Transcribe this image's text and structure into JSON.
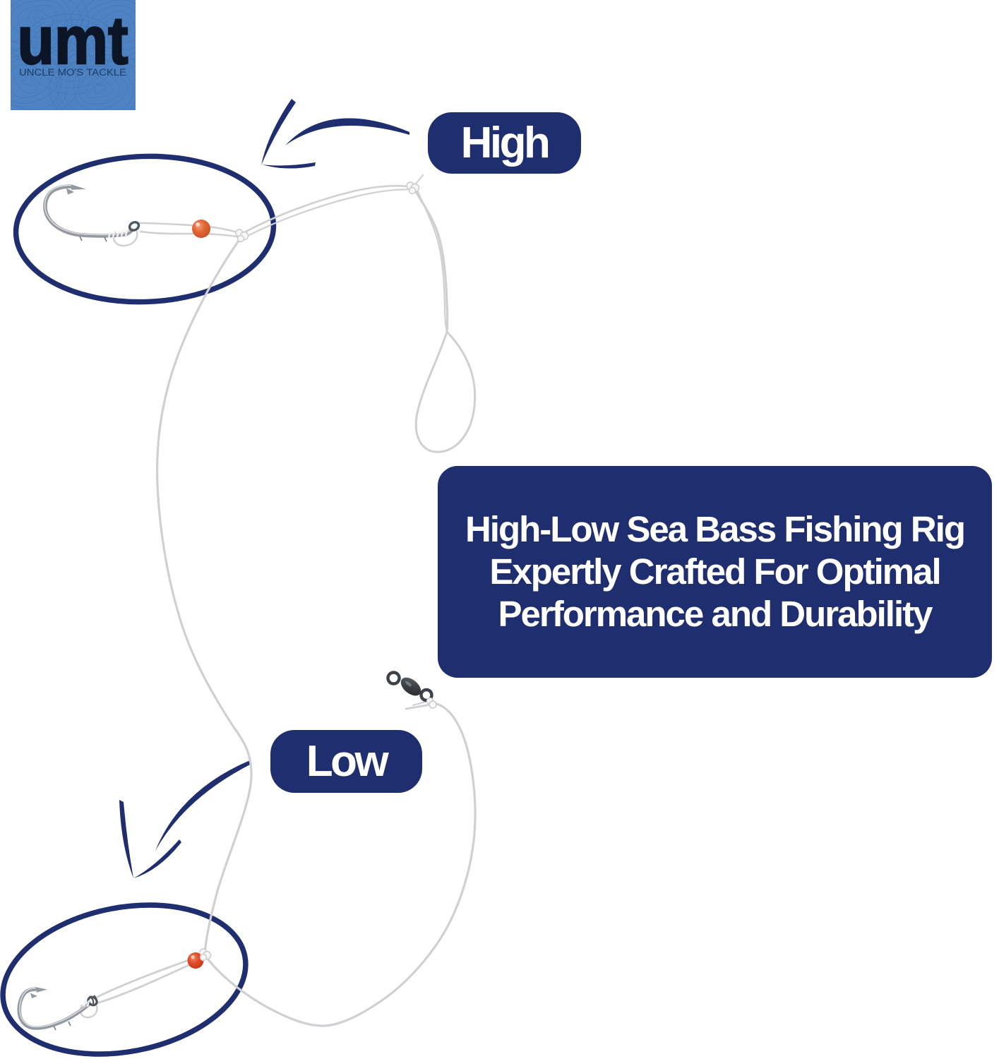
{
  "colors": {
    "bg": "#ffffff",
    "navy": "#1e2e6e",
    "logo-blue": "#4d82c3",
    "logo-contour": "#3f70ac",
    "logo-text": "#0c1526",
    "logo-subtext": "#1d3a63",
    "line": "#cfd0d3",
    "hook": "#949aa2",
    "bead": "#e2592b",
    "swivel": "#3d4248"
  },
  "logo": {
    "monogram": "umt",
    "subtext": "UNCLE MO'S TACKLE"
  },
  "labels": {
    "high": "High",
    "low": "Low"
  },
  "callout": {
    "line1": "High-Low Sea Bass Fishing Rig",
    "line2": "Expertly Crafted For Optimal",
    "line3": "Performance and Durability"
  },
  "rig": {
    "components": [
      "high-hook",
      "high-bead",
      "low-hook",
      "low-bead",
      "end-loop",
      "barrel-swivel",
      "monofilament-line",
      "dropper-knots"
    ]
  }
}
